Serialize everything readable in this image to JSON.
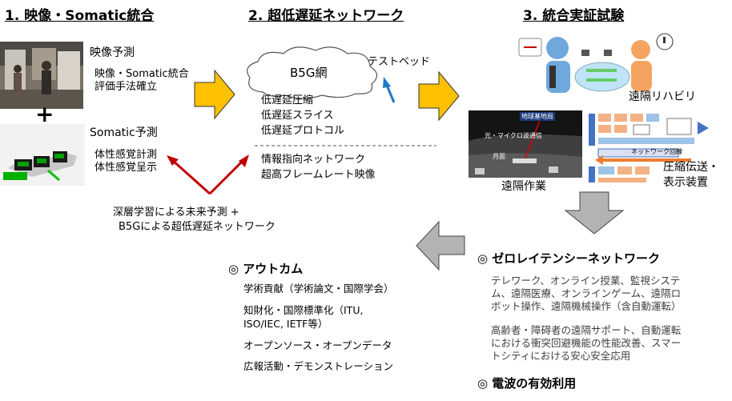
{
  "col1": {
    "heading": "1. 映像・Somatic統合",
    "video_pred": "映像予測",
    "integ_line1": "映像・Somatic統合",
    "integ_line2": "評価手法確立",
    "plus": "+",
    "somatic_pred": "Somatic予測",
    "sense_line1": "体性感覚計測",
    "sense_line2": "体性感覚呈示"
  },
  "col2": {
    "heading": "2. 超低遅延ネットワーク",
    "cloud_label": "B5G網",
    "testbed": "テストベッド",
    "items_a": [
      "低遅延圧縮",
      "低遅延スライス",
      "低遅延プロトコル"
    ],
    "items_b": [
      "情報指向ネットワーク",
      "超高フレームレート映像"
    ]
  },
  "col3": {
    "heading": "3. 統合実証試験",
    "remote_rehab": "遠隔リハビリ",
    "remote_work": "遠隔作業",
    "compress_line1": "圧縮伝送・",
    "compress_line2": "表示装置",
    "moon_top": "地球基地局",
    "moon_mid": "光・マイクロ波通信",
    "moon_low": "月面",
    "net_label": "ネットワーク回線"
  },
  "bottom_caption": {
    "line1": "深層学習による未来予測 +",
    "line2": "B5Gによる超低遅延ネットワーク"
  },
  "outcome": {
    "heading": "◎ アウトカム",
    "items": [
      "学術貢献（学術論文・国際学会）",
      "知財化・国際標準化（ITU,",
      "ISO/IEC, IETF等）",
      "オープンソース・オープンデータ",
      "広報活動・デモンストレーション"
    ]
  },
  "zero": {
    "heading": "◎ ゼロレイテンシーネットワーク",
    "para1": [
      "テレワーク、オンライン授業、監視システ",
      "ム、遠隔医療、オンラインゲーム、遠隔ロ",
      "ボット操作、遠隔機械操作（含自動運転）"
    ],
    "para2": [
      "高齢者・障碍者の遠隔サポート、自動運転",
      "における衝突回避機能の性能改善、スマー",
      "トシティにおける安心安全応用"
    ]
  },
  "radio": {
    "heading": "◎ 電波の有効利用"
  },
  "colors": {
    "arrow_yellow": "#ffc000",
    "arrow_gray": "#b3b3b3",
    "red_arrow": "#c00000",
    "blue_arrow": "#1f78c8"
  }
}
